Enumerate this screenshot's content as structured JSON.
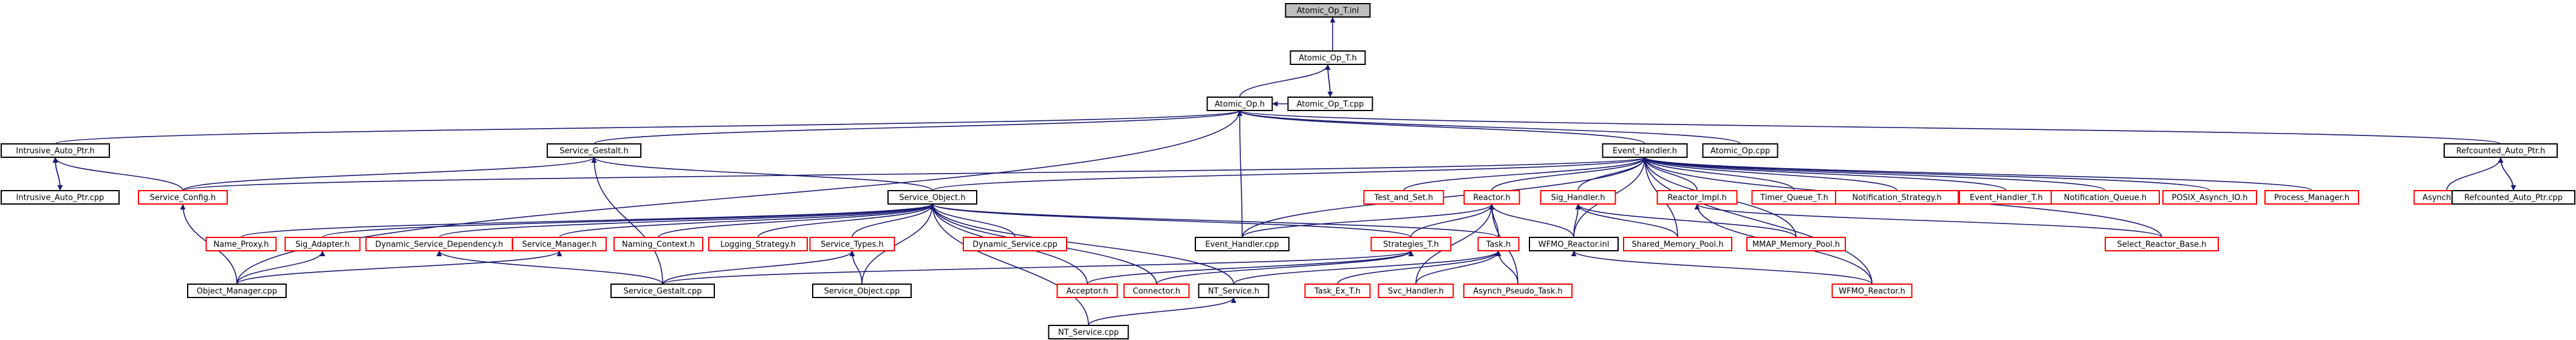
{
  "nodes": [
    {
      "id": "atomic_op_t_inl",
      "label": "Atomic_Op_T.inl",
      "color": "black",
      "root": true
    },
    {
      "id": "atomic_op_t_h",
      "label": "Atomic_Op_T.h",
      "color": "black"
    },
    {
      "id": "atomic_op_t_cpp",
      "label": "Atomic_Op_T.cpp",
      "color": "black"
    },
    {
      "id": "atomic_op_h",
      "label": "Atomic_Op.h",
      "color": "black"
    },
    {
      "id": "intrusive_auto_ptr_h",
      "label": "Intrusive_Auto_Ptr.h",
      "color": "black"
    },
    {
      "id": "intrusive_auto_ptr_cpp",
      "label": "Intrusive_Auto_Ptr.cpp",
      "color": "black"
    },
    {
      "id": "service_gestalt_h",
      "label": "Service_Gestalt.h",
      "color": "black"
    },
    {
      "id": "event_handler_h",
      "label": "Event_Handler.h",
      "color": "black"
    },
    {
      "id": "atomic_op_cpp",
      "label": "Atomic_Op.cpp",
      "color": "black"
    },
    {
      "id": "refcounted_auto_ptr_h",
      "label": "Refcounted_Auto_Ptr.h",
      "color": "black"
    },
    {
      "id": "asynch_io_h",
      "label": "Asynch_IO.h",
      "color": "red"
    },
    {
      "id": "refcounted_auto_ptr_cpp",
      "label": "Refcounted_Auto_Ptr.cpp",
      "color": "black"
    },
    {
      "id": "service_config_h",
      "label": "Service_Config.h",
      "color": "red"
    },
    {
      "id": "service_object_h",
      "label": "Service_Object.h",
      "color": "black"
    },
    {
      "id": "test_and_set_h",
      "label": "Test_and_Set.h",
      "color": "red"
    },
    {
      "id": "reactor_h",
      "label": "Reactor.h",
      "color": "red"
    },
    {
      "id": "sig_handler_h",
      "label": "Sig_Handler.h",
      "color": "red"
    },
    {
      "id": "reactor_impl_h",
      "label": "Reactor_Impl.h",
      "color": "red"
    },
    {
      "id": "timer_queue_t_h",
      "label": "Timer_Queue_T.h",
      "color": "red"
    },
    {
      "id": "notification_strategy_h",
      "label": "Notification_Strategy.h",
      "color": "red"
    },
    {
      "id": "event_handler_t_h",
      "label": "Event_Handler_T.h",
      "color": "red"
    },
    {
      "id": "notification_queue_h",
      "label": "Notification_Queue.h",
      "color": "red"
    },
    {
      "id": "posix_asynch_io_h",
      "label": "POSIX_Asynch_IO.h",
      "color": "red"
    },
    {
      "id": "process_manager_h",
      "label": "Process_Manager.h",
      "color": "red"
    },
    {
      "id": "name_proxy_h",
      "label": "Name_Proxy.h",
      "color": "red"
    },
    {
      "id": "sig_adapter_h",
      "label": "Sig_Adapter.h",
      "color": "red"
    },
    {
      "id": "dynamic_service_dependency_h",
      "label": "Dynamic_Service_Dependency.h",
      "color": "red"
    },
    {
      "id": "service_manager_h",
      "label": "Service_Manager.h",
      "color": "red"
    },
    {
      "id": "naming_context_h",
      "label": "Naming_Context.h",
      "color": "red"
    },
    {
      "id": "logging_strategy_h",
      "label": "Logging_Strategy.h",
      "color": "red"
    },
    {
      "id": "service_types_h",
      "label": "Service_Types.h",
      "color": "red"
    },
    {
      "id": "dynamic_service_cpp",
      "label": "Dynamic_Service.cpp",
      "color": "red"
    },
    {
      "id": "event_handler_cpp",
      "label": "Event_Handler.cpp",
      "color": "black"
    },
    {
      "id": "strategies_t_h",
      "label": "Strategies_T.h",
      "color": "red"
    },
    {
      "id": "task_h",
      "label": "Task.h",
      "color": "red"
    },
    {
      "id": "wfmo_reactor_inl",
      "label": "WFMO_Reactor.inl",
      "color": "black"
    },
    {
      "id": "shared_memory_pool_h",
      "label": "Shared_Memory_Pool.h",
      "color": "red"
    },
    {
      "id": "mmap_memory_pool_h",
      "label": "MMAP_Memory_Pool.h",
      "color": "red"
    },
    {
      "id": "select_reactor_base_h",
      "label": "Select_Reactor_Base.h",
      "color": "red"
    },
    {
      "id": "object_manager_cpp",
      "label": "Object_Manager.cpp",
      "color": "black"
    },
    {
      "id": "service_gestalt_cpp",
      "label": "Service_Gestalt.cpp",
      "color": "black"
    },
    {
      "id": "service_object_cpp",
      "label": "Service_Object.cpp",
      "color": "black"
    },
    {
      "id": "acceptor_h",
      "label": "Acceptor.h",
      "color": "red"
    },
    {
      "id": "connector_h",
      "label": "Connector.h",
      "color": "red"
    },
    {
      "id": "nt_service_h",
      "label": "NT_Service.h",
      "color": "black"
    },
    {
      "id": "task_ex_t_h",
      "label": "Task_Ex_T.h",
      "color": "red"
    },
    {
      "id": "svc_handler_h",
      "label": "Svc_Handler.h",
      "color": "red"
    },
    {
      "id": "asynch_pseudo_task_h",
      "label": "Asynch_Pseudo_Task.h",
      "color": "red"
    },
    {
      "id": "wfmo_reactor_h",
      "label": "WFMO_Reactor.h",
      "color": "red"
    },
    {
      "id": "nt_service_cpp",
      "label": "NT_Service.cpp",
      "color": "black"
    }
  ],
  "edges": [
    [
      "atomic_op_t_h",
      "atomic_op_t_inl"
    ],
    [
      "atomic_op_t_cpp",
      "atomic_op_t_h"
    ],
    [
      "atomic_op_t_h",
      "atomic_op_t_cpp"
    ],
    [
      "atomic_op_h",
      "atomic_op_t_h"
    ],
    [
      "atomic_op_t_cpp",
      "atomic_op_h"
    ],
    [
      "intrusive_auto_ptr_h",
      "atomic_op_h"
    ],
    [
      "service_gestalt_h",
      "atomic_op_h"
    ],
    [
      "event_handler_h",
      "atomic_op_h"
    ],
    [
      "atomic_op_cpp",
      "atomic_op_h"
    ],
    [
      "refcounted_auto_ptr_h",
      "atomic_op_h"
    ],
    [
      "object_manager_cpp",
      "atomic_op_h"
    ],
    [
      "event_handler_cpp",
      "atomic_op_h"
    ],
    [
      "intrusive_auto_ptr_cpp",
      "intrusive_auto_ptr_h"
    ],
    [
      "intrusive_auto_ptr_h",
      "intrusive_auto_ptr_cpp"
    ],
    [
      "service_config_h",
      "intrusive_auto_ptr_h"
    ],
    [
      "service_config_h",
      "service_gestalt_h"
    ],
    [
      "service_object_h",
      "service_gestalt_h"
    ],
    [
      "service_gestalt_cpp",
      "service_gestalt_h"
    ],
    [
      "asynch_io_h",
      "refcounted_auto_ptr_h"
    ],
    [
      "refcounted_auto_ptr_cpp",
      "refcounted_auto_ptr_h"
    ],
    [
      "refcounted_auto_ptr_h",
      "refcounted_auto_ptr_cpp"
    ],
    [
      "service_object_h",
      "event_handler_h"
    ],
    [
      "test_and_set_h",
      "event_handler_h"
    ],
    [
      "reactor_h",
      "event_handler_h"
    ],
    [
      "sig_handler_h",
      "event_handler_h"
    ],
    [
      "reactor_impl_h",
      "event_handler_h"
    ],
    [
      "timer_queue_t_h",
      "event_handler_h"
    ],
    [
      "notification_strategy_h",
      "event_handler_h"
    ],
    [
      "event_handler_t_h",
      "event_handler_h"
    ],
    [
      "notification_queue_h",
      "event_handler_h"
    ],
    [
      "posix_asynch_io_h",
      "event_handler_h"
    ],
    [
      "process_manager_h",
      "event_handler_h"
    ],
    [
      "service_config_h",
      "event_handler_h"
    ],
    [
      "event_handler_cpp",
      "event_handler_h"
    ],
    [
      "wfmo_reactor_inl",
      "event_handler_h"
    ],
    [
      "shared_memory_pool_h",
      "event_handler_h"
    ],
    [
      "mmap_memory_pool_h",
      "event_handler_h"
    ],
    [
      "select_reactor_base_h",
      "event_handler_h"
    ],
    [
      "wfmo_reactor_h",
      "event_handler_h"
    ],
    [
      "object_manager_cpp",
      "service_config_h"
    ],
    [
      "name_proxy_h",
      "service_object_h"
    ],
    [
      "sig_adapter_h",
      "service_object_h"
    ],
    [
      "dynamic_service_dependency_h",
      "service_object_h"
    ],
    [
      "service_manager_h",
      "service_object_h"
    ],
    [
      "naming_context_h",
      "service_object_h"
    ],
    [
      "logging_strategy_h",
      "service_object_h"
    ],
    [
      "service_types_h",
      "service_object_h"
    ],
    [
      "dynamic_service_cpp",
      "service_object_h"
    ],
    [
      "service_object_cpp",
      "service_object_h"
    ],
    [
      "acceptor_h",
      "service_object_h"
    ],
    [
      "connector_h",
      "service_object_h"
    ],
    [
      "nt_service_h",
      "service_object_h"
    ],
    [
      "task_h",
      "service_object_h"
    ],
    [
      "strategies_t_h",
      "service_object_h"
    ],
    [
      "nt_service_cpp",
      "service_object_h"
    ],
    [
      "object_manager_cpp",
      "sig_adapter_h"
    ],
    [
      "object_manager_cpp",
      "service_manager_h"
    ],
    [
      "service_gestalt_cpp",
      "service_types_h"
    ],
    [
      "service_object_cpp",
      "service_types_h"
    ],
    [
      "service_gestalt_cpp",
      "dynamic_service_dependency_h"
    ],
    [
      "event_handler_cpp",
      "reactor_h"
    ],
    [
      "strategies_t_h",
      "reactor_h"
    ],
    [
      "task_h",
      "reactor_h"
    ],
    [
      "wfmo_reactor_inl",
      "reactor_h"
    ],
    [
      "svc_handler_h",
      "reactor_h"
    ],
    [
      "asynch_pseudo_task_h",
      "reactor_h"
    ],
    [
      "wfmo_reactor_inl",
      "sig_handler_h"
    ],
    [
      "shared_memory_pool_h",
      "sig_handler_h"
    ],
    [
      "mmap_memory_pool_h",
      "sig_handler_h"
    ],
    [
      "wfmo_reactor_h",
      "wfmo_reactor_inl"
    ],
    [
      "select_reactor_base_h",
      "reactor_impl_h"
    ],
    [
      "wfmo_reactor_h",
      "reactor_impl_h"
    ],
    [
      "service_gestalt_cpp",
      "strategies_t_h"
    ],
    [
      "acceptor_h",
      "strategies_t_h"
    ],
    [
      "connector_h",
      "strategies_t_h"
    ],
    [
      "nt_service_h",
      "task_h"
    ],
    [
      "task_ex_t_h",
      "task_h"
    ],
    [
      "svc_handler_h",
      "task_h"
    ],
    [
      "asynch_pseudo_task_h",
      "task_h"
    ],
    [
      "nt_service_cpp",
      "nt_service_h"
    ]
  ]
}
